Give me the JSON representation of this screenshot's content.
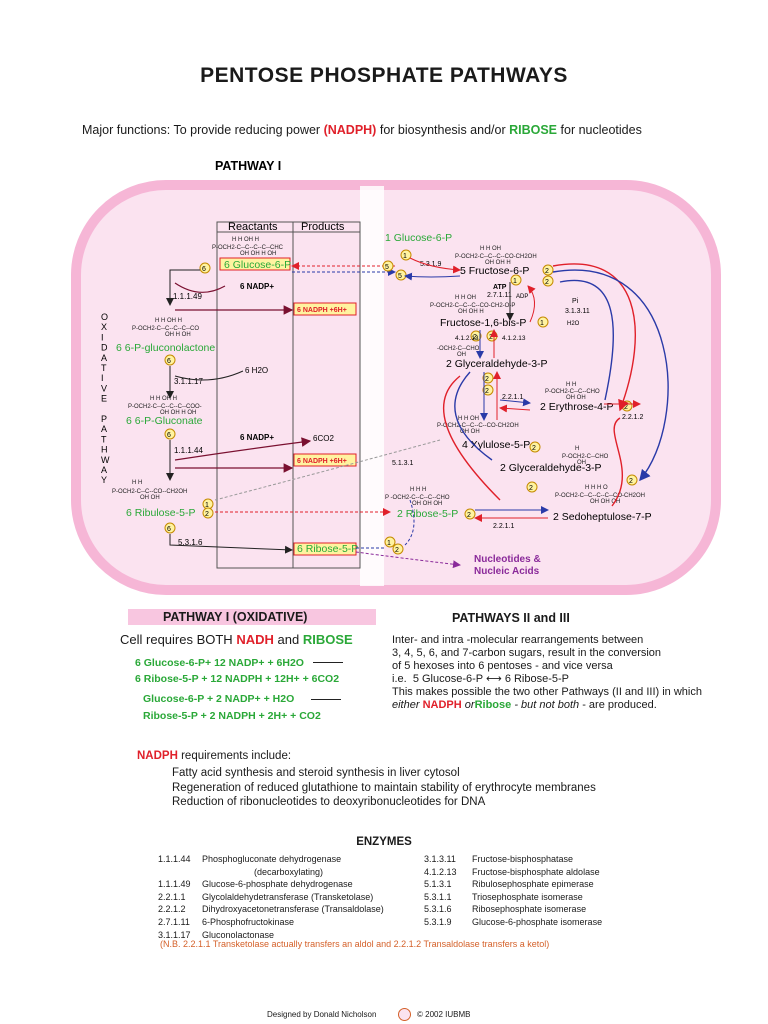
{
  "title": "PENTOSE PHOSPHATE PATHWAYS",
  "major": {
    "prefix": "Major functions:  To provide reducing power",
    "nadph": "(NADPH)",
    "mid": "for biosynthesis and/or",
    "ribose": "RIBOSE",
    "suffix": "for nucleotides"
  },
  "diagram": {
    "pathway1_label": "PATHWAY I",
    "reactants": "Reactants",
    "products": "Products",
    "oxidative_pathway": [
      "O",
      "X",
      "I",
      "D",
      "A",
      "T",
      "I",
      "V",
      "E",
      "",
      "P",
      "A",
      "T",
      "H",
      "W",
      "A",
      "Y"
    ],
    "left": {
      "glucose6p": "6 Glucose-6-P",
      "ec1": "1.1.1.49",
      "nadp1": "6 NADP+",
      "nadph1": "6 NADPH +6H+",
      "gluconolactone": "6 6-P-gluconolactone",
      "ec2": "3.1.1.17",
      "h2o": "6 H2O",
      "gluconate": "6  6-P-Gluconate",
      "nadp2": "6 NADP+",
      "co2": "6CO2",
      "ec3": "1.1.1.44",
      "nadph2": "6 NADPH +6H+",
      "ribulose5p": "6    Ribulose-5-P",
      "ec4": "5.3.1.6",
      "ribose5p": "6 Ribose-5-P",
      "nucleotides": [
        "Nucleotides &",
        "Nucleic Acids"
      ],
      "ec_cross": "5.1.3.1"
    },
    "right": {
      "glucose6p": "1 Glucose-6-P",
      "ec_iso": "5.3.1.9",
      "fructose6p": "5 Fructose-6-P",
      "atp": "ATP",
      "adp": "ADP",
      "ec_pfk": "2.7.1.11",
      "pi": "Pi",
      "ec_fbp": "3.1.3.11",
      "h2o": "H2O",
      "fbp": "Fructose-1,6-bis-P",
      "ec_ald1": "4.1.2.13",
      "ec_ald2": "4.1.2.13",
      "gap": "2  Glyceraldehyde-3-P",
      "ec_tk1": "2.2.1.1",
      "erythrose": "2  Erythrose-4-P",
      "ec_ta": "2.2.1.2",
      "xylulose": "4  Xylulose-5-P",
      "gap2": "2  Glyceraldehyde-3-P",
      "ribose5p": "2 Ribose-5-P",
      "sedo": "2  Sedoheptulose-7-P",
      "ec_tk2": "2.2.1.1"
    }
  },
  "pathway1": {
    "heading": "PATHWAY I  (OXIDATIVE)",
    "requires_prefix": "Cell requires BOTH",
    "nadh": "NADH",
    "and": "and",
    "ribose": "RIBOSE",
    "eq1": "6 Glucose-6-P+ 12 NADP+ + 6H2O",
    "eq2": "6 Ribose-5-P  + 12 NADPH + 12H+ + 6CO2",
    "eq3": "Glucose-6-P  +  2 NADP+ + H2O",
    "eq4": "Ribose-5-P  +  2 NADPH  + 2H+ + CO2"
  },
  "pathways23": {
    "heading": "PATHWAYS II and III",
    "lines": [
      "Inter- and intra -molecular rearrangements between",
      "3, 4, 5, 6, and 7-carbon sugars, result in the conversion",
      "of  5 hexoses into 6 pentoses -  and vice versa"
    ],
    "ie_prefix": "i.e.",
    "ie_left": "5 Glucose-6-P",
    "ie_right": "6 Ribose-5-P",
    "possible": "This makes possible the two other Pathways  (II and III) in which",
    "either": "either",
    "nadph": "NADPH",
    "or": "or",
    "ribose": "Ribose",
    "butnot": "- but not both",
    "produced": "- are produced."
  },
  "nadph_req": {
    "nadph": "NADPH",
    "heading": "requirements include:",
    "items": [
      "Fatty acid synthesis and steroid synthesis in liver cytosol",
      "Regeneration of reduced  glutathione to maintain stability of erythrocyte membranes",
      "Reduction of ribonucleotides to deoxyribonucleotides for DNA"
    ]
  },
  "enzymes": {
    "heading": "ENZYMES",
    "left": [
      {
        "ec": "1.1.1.44",
        "name": "Phosphogluconate dehydrogenase"
      },
      {
        "ec": "",
        "name": "(decarboxylating)"
      },
      {
        "ec": "1.1.1.49",
        "name": "Glucose-6-phosphate dehydrogenase"
      },
      {
        "ec": "2.2.1.1",
        "name": "Glycolaldehydetransferase (Transketolase)"
      },
      {
        "ec": "2.2.1.2",
        "name": "Dihydroxyacetonetransferase (Transaldolase)"
      },
      {
        "ec": "2.7.1.11",
        "name": "6-Phosphofructokinase"
      },
      {
        "ec": "3.1.1.17",
        "name": "Gluconolactonase"
      }
    ],
    "right": [
      {
        "ec": "3.1.3.11",
        "name": "Fructose-bisphosphatase"
      },
      {
        "ec": "4.1.2.13",
        "name": "Fructose-bisphosphate aldolase"
      },
      {
        "ec": "5.1.3.1",
        "name": "Ribulosephosphate epimerase"
      },
      {
        "ec": "5.3.1.1",
        "name": "Triosephosphate isomerase"
      },
      {
        "ec": "5.3.1.6",
        "name": "Ribosephosphate isomerase"
      },
      {
        "ec": "5.3.1.9",
        "name": "Glucose-6-phosphate isomerase"
      }
    ],
    "note": "(N.B. 2.2.1.1 Transketolase  actually transfers an aldol and 2.2.1.2 Transaldolase transfers a ketol)"
  },
  "footer": {
    "designed": "Designed by Donald Nicholson",
    "copyright": "© 2002 IUBMB"
  },
  "colors": {
    "pink_bg": "#fbe3f0",
    "pink_border": "#f6b6d6",
    "red": "#e0202a",
    "green": "#2aa838",
    "blue": "#2a3aa8",
    "purple": "#8a2a9a",
    "yellow": "#fff3a0",
    "maroon": "#7a1030"
  }
}
